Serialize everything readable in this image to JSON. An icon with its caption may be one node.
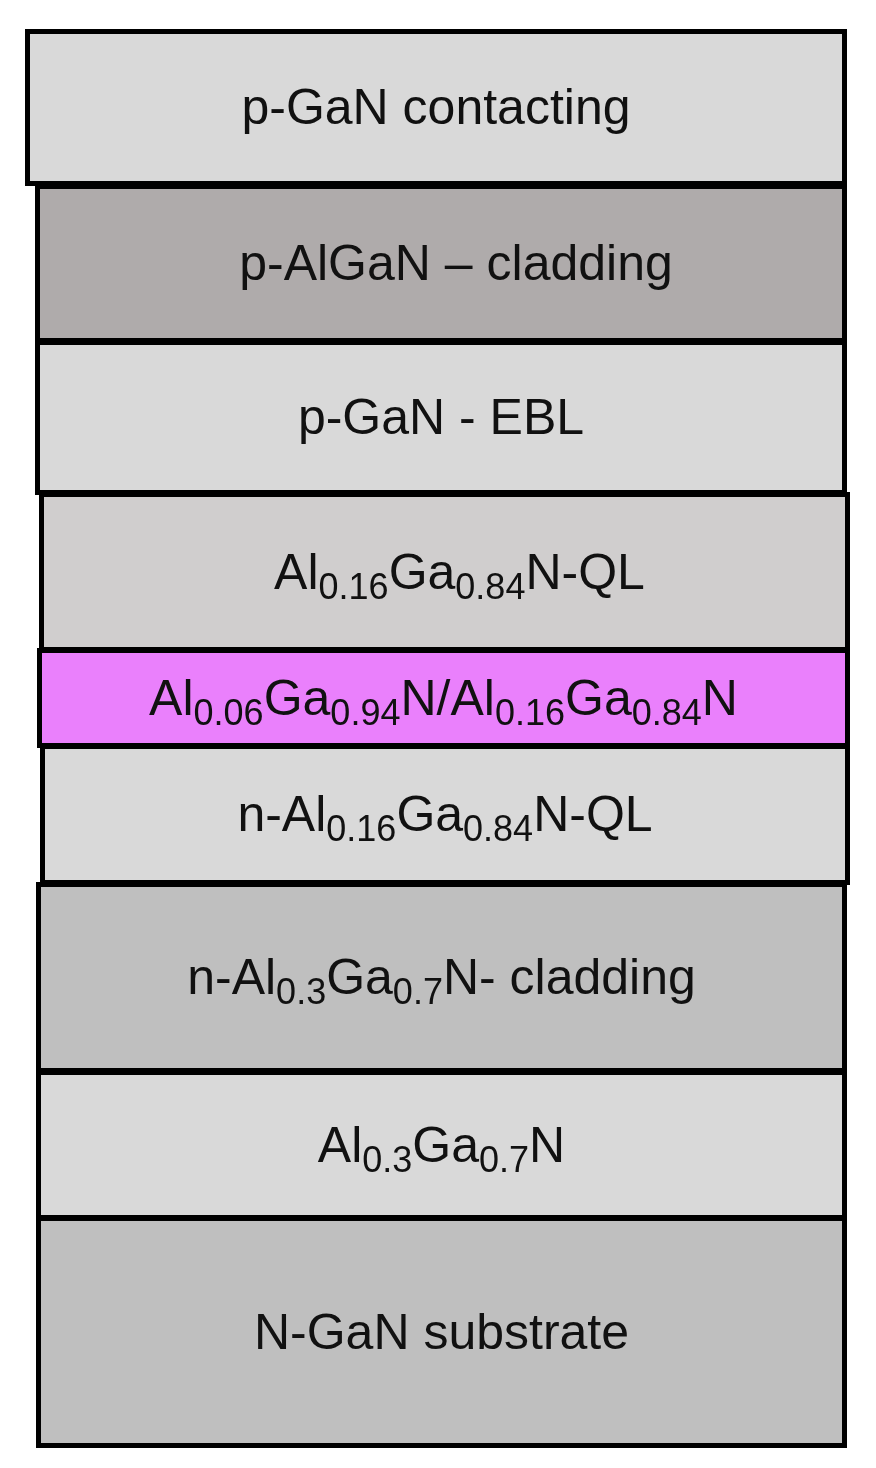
{
  "diagram": {
    "nodes": [
      {
        "text": [
          "p-GaN contacting"
        ]
      },
      {
        "text": [
          "p-AlGaN – cladding"
        ]
      },
      {
        "text": [
          "p-GaN - EBL"
        ]
      },
      {
        "text": [
          "Al$_{0.16}$Ga$_{0.84}$N-QL"
        ]
      },
      {
        "text": [
          "Al$_{0.06}$Ga$_{0.94}$N/Al$_{0.16}$Ga$_{0.84}$N"
        ]
      },
      {
        "text": [
          "n-Al$_{0.16}$Ga$_{0.84}$N-QL"
        ]
      },
      {
        "text": [
          "n-Al$_{0.3}$Ga$_{0.7}$N- cladding"
        ]
      },
      {
        "text": [
          "Al$_{0.3}$Ga$_{0.7}$N"
        ]
      },
      {
        "text": [
          "N-GaN substrate"
        ]
      }
    ],
    "edges": []
  }
}
